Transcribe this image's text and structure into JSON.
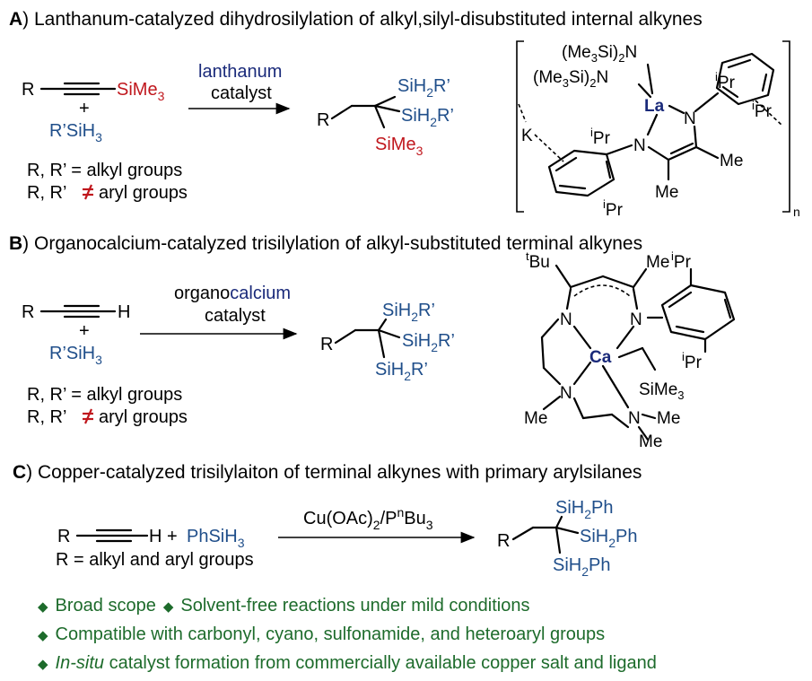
{
  "colors": {
    "silyl_red": "#c0171d",
    "silane_blue": "#1f4e8a",
    "metal_navy": "#1a2a7a",
    "bullet_green": "#1d6b2b",
    "not_red": "#c0171d"
  },
  "panel_a": {
    "letter": "A",
    "title": ") Lanthanum-catalyzed dihydrosilylation of alkyl,silyl-disubstituted internal alkynes",
    "alkyne_r": "R",
    "alkyne_si": "SiMe",
    "sub3": "3",
    "plus": "+",
    "silane": "R’SiH",
    "cat_line1": "lanthanum",
    "cat_line2": "catalyst",
    "prod_r": "R",
    "prod_si1": "SiH",
    "prod_si1_sub": "2",
    "prod_si1_tail": "R’",
    "prod_si2": "SiH",
    "prod_si2_sub": "2",
    "prod_si2_tail": "R’",
    "prod_si3": "SiMe",
    "prod_si3_sub": "3",
    "scope1": "R, R’ = alkyl groups",
    "scope2_pre": "R, R’",
    "scope2_post": "aryl groups",
    "complex": {
      "nsi1": "(Me",
      "nsi1b": "Si)",
      "nsi1c": "N",
      "nsi2": "(Me",
      "nsi2b": "Si)",
      "nsi2c": "N",
      "sub3": "3",
      "sub2": "2",
      "la": "La",
      "n1": "N",
      "n2": "N",
      "k": "K",
      "ipr_sup": "i",
      "ipr_pr": "Pr",
      "me1": "Me",
      "me2": "Me",
      "n_sub": "n"
    }
  },
  "panel_b": {
    "letter": "B",
    "title": ") Organocalcium-catalyzed trisilylation of alkyl-substituted terminal alkynes",
    "alkyne_r": "R",
    "alkyne_h": "H",
    "plus": "+",
    "silane": "R’SiH",
    "sub3": "3",
    "cat_pre": "organo",
    "cat_metal": "calcium",
    "cat_line2": "catalyst",
    "prod_r": "R",
    "si": "SiH",
    "si_sub": "2",
    "si_tail": "R’",
    "scope1": "R, R’ = alkyl groups",
    "scope2_pre": "R, R’",
    "scope2_post": "aryl groups",
    "complex": {
      "tbu_sup": "t",
      "tbu": "Bu",
      "me_top": "Me",
      "ipr_sup": "i",
      "ipr_pr": "Pr",
      "n": "N",
      "ca": "Ca",
      "me_n": "Me",
      "sime3": "SiMe",
      "sub3": "3",
      "nme_me1": "Me",
      "nme_me2": "Me"
    }
  },
  "panel_c": {
    "letter": "C",
    "title": ") Copper-catalyzed trisilylaiton of terminal alkynes with primary arylsilanes",
    "alkyne_r": "R",
    "alkyne_h": "H +",
    "silane": "PhSiH",
    "sub3": "3",
    "scope": "R = alkyl and aryl groups",
    "cat": "Cu(OAc)",
    "cat_sub": "2",
    "cat_mid": "/P",
    "cat_sup": "n",
    "cat_end": "Bu",
    "cat_sub2": "3",
    "prod_r": "R",
    "si": "SiH",
    "si_sub": "2",
    "si_tail": "Ph",
    "bullet": "◆",
    "b1a": "Broad scope",
    "b1b": "Solvent-free reactions under mild conditions",
    "b2": "Compatible with carbonyl, cyano, sulfonamide, and heteroaryl groups",
    "b3_italic": "In-situ",
    "b3_rest": " catalyst formation from commercially available copper salt and ligand"
  }
}
